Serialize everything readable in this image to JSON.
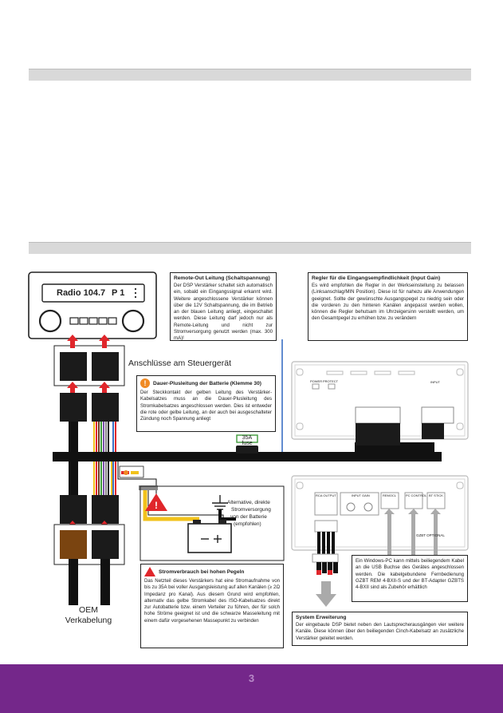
{
  "page_number": "3",
  "radio": {
    "display_station": "Radio 104.7",
    "display_preset": "P 1"
  },
  "labels": {
    "headunit_connections": "Anschlüsse am Steuergerät",
    "fuse": "35A fuse",
    "oem_wiring_line1": "OEM",
    "oem_wiring_line2": "Verkabelung",
    "battery_alt_line1": "Alternative, direkte",
    "battery_alt_line2": "Stromversorgung",
    "battery_alt_line3": "von der Batterie",
    "battery_alt_line4": "(empfohlen)",
    "power": "POWER",
    "protect": "PROTECT",
    "input": "INPUT",
    "rca_output": "RCA OUTPUT",
    "input_gain": "INPUT GAIN",
    "remocl": "REMOCL",
    "pc_control": "PC CONTROL",
    "bt_stick": "BT STICK",
    "gzbt_optional": "GZBT OPTIONAL"
  },
  "boxes": {
    "remote": {
      "title": "Remote-Out Leitung (Schaltspannung)",
      "text": "Der DSP Verstärker schaltet sich automatisch ein, sobald ein Eingangssignal erkannt wird. Weitere angeschlossene Verstärker können über die 12V Schaltspannung, die im Betrieb an der blauen Leitung anliegt, eingeschaltet werden. Diese Leitung darf jedoch nur als Remote-Leitung und nicht zur Stromversorgung genutzt werden (max. 300 mA)!"
    },
    "gain": {
      "title": "Regler für die Eingangsempfindlichkeit (Input Gain)",
      "text": "Es wird empfohlen die Regler in der Werkseinstellung zu belassen (Linksanschlag/MIN Position). Diese ist für nahezu alle Anwendungen geeignet. Sollte der gewünschte Ausgangspegel zu niedrig sein oder die vorderen zu den hinteren Kanälen angepasst werden wollen, können die Regler behutsam im Uhrzeigersinn verstellt werden, um den Gesamtpegel zu erhöhen bzw. zu verändern"
    },
    "battery_plus": {
      "title": "Dauer-Plusleitung der Batterie (Klemme 30)",
      "text": "Der Steckkontakt der gelben Leitung des Verstärker-Kabelsatzes muss an die Dauer-Plusleitung des Stromkabelsatzes angeschlossen werden. Dies ist entweder die rote oder gelbe Leitung, an der auch bei ausgeschalteter Zündung noch Spannung anliegt"
    },
    "power_draw": {
      "title": "Stromverbrauch bei hohen Pegeln",
      "text": "Das Netzteil dieses Verstärkers hat eine Stromaufnahme von bis zu 35A bei voller Ausgangsleistung auf allen Kanälen (≥ 2Ω Impedanz pro Kanal). Aus diesem Grund wird empfohlen, alternativ das gelbe Stromkabel des ISO-Kabelsatzes direkt zur Autobatterie bzw. einem Verteiler zu führen, der für solch hohe Ströme geeignet ist und die schwarze Masseleitung mit einem dafür vorgesehenen Massepunkt zu verbinden"
    },
    "pc": {
      "title": "",
      "text": "Ein Windows-PC kann mittels beiliegendem Kabel an die USB Buchse des Gerätes angeschlossen werden. Die kabelgebundene Fernbedienung GZBT REM 4-BXII-S und der BT-Adapter GZBTS 4-BXII sind als Zubehör erhältlich"
    },
    "expansion": {
      "title": "System Erweiterung",
      "text": "Der eingebaute DSP bietet neben den Lautsprecherausgängen vier weitere Kanäle. Diese können über den beiliegenden Cinch-Kabelsatz an zusätzliche Verstärker geleitet werden."
    }
  },
  "colors": {
    "brand_bar": "#74278a",
    "warning_orange": "#f08a24",
    "warning_red": "#e0262b",
    "connector_red": "#e0262b",
    "cable_black": "#111111",
    "remote_blue": "#3a6fc4",
    "power_yellow": "#f2c21b"
  },
  "icons": [
    "warning-icon",
    "info-icon",
    "ground-icon",
    "battery-icon",
    "arrow-down-icon",
    "arrow-up-icon",
    "knob-icon"
  ]
}
